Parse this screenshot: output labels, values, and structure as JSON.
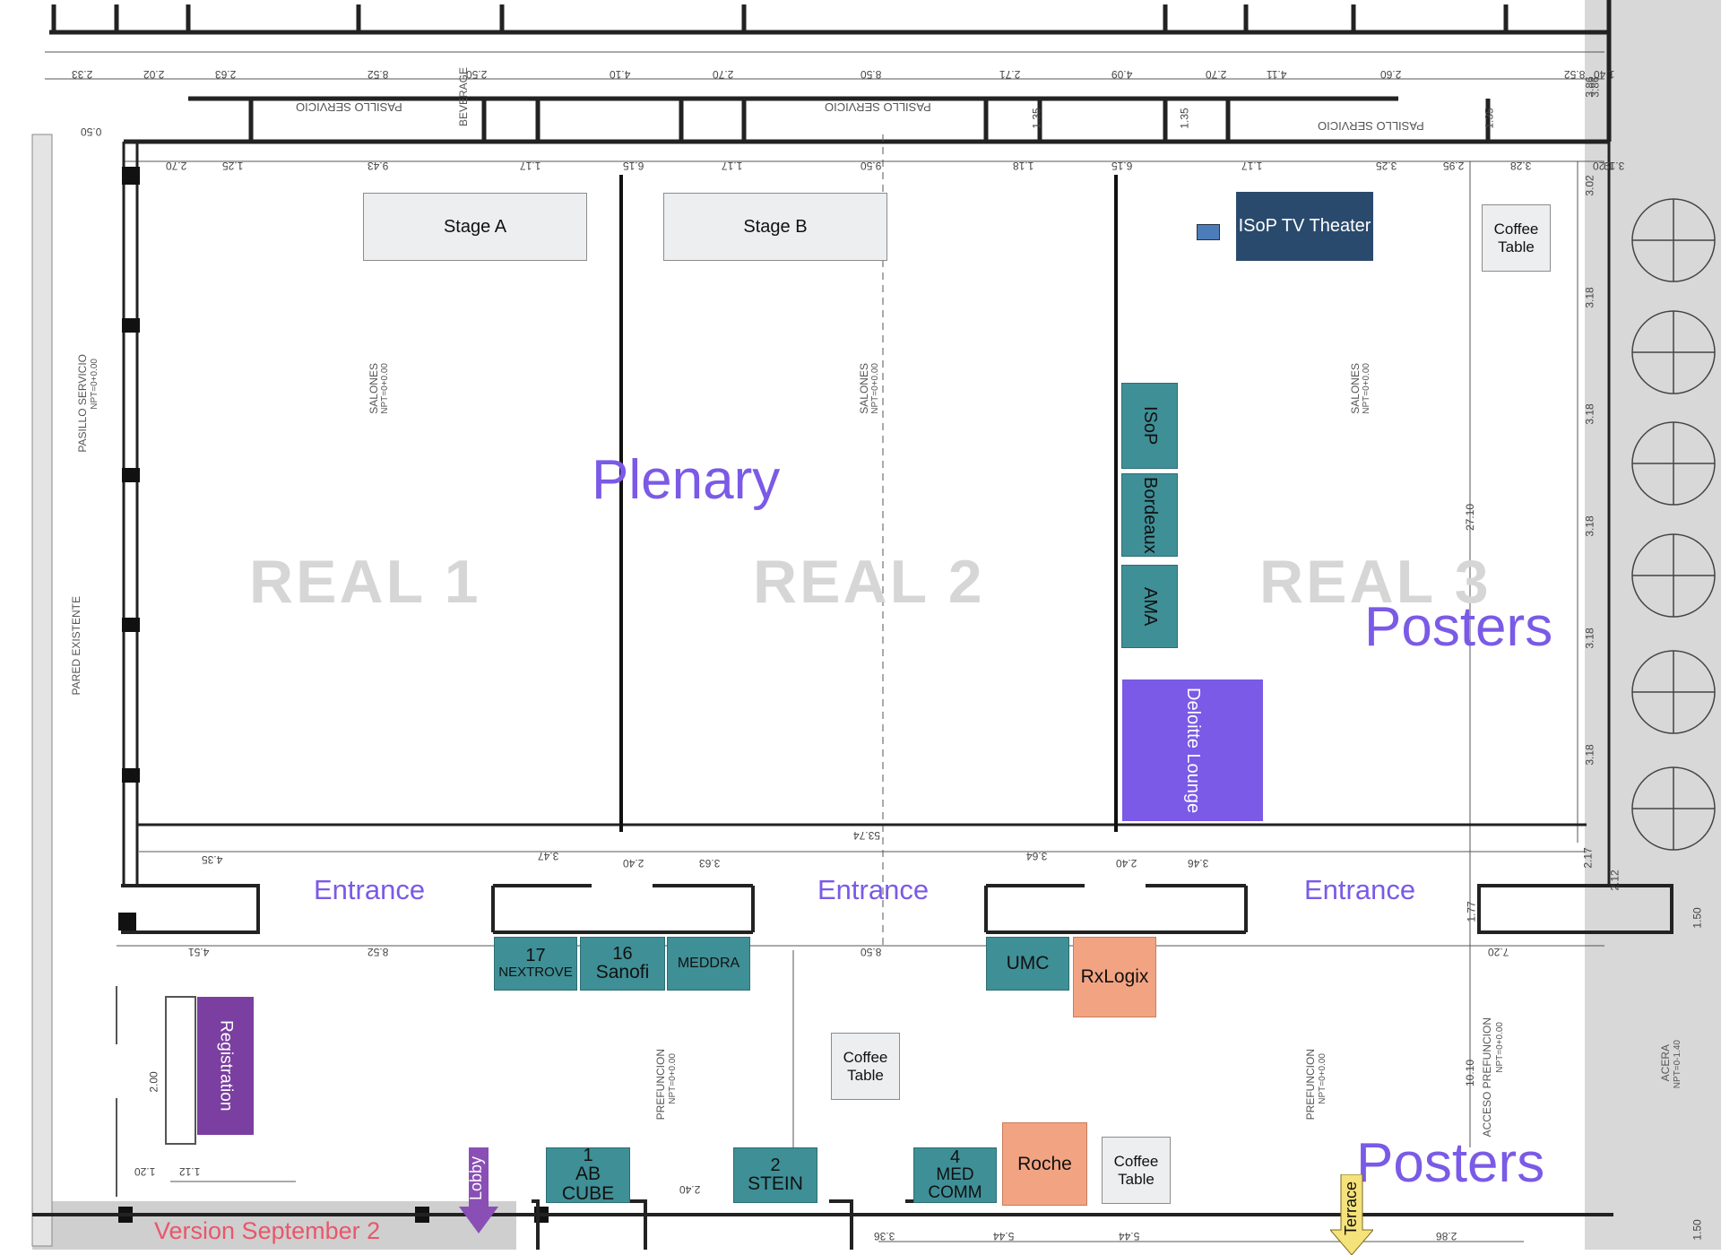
{
  "rooms": {
    "real1": "REAL 1",
    "real2": "REAL 2",
    "real3": "REAL 3"
  },
  "zones": {
    "plenary": "Plenary",
    "posters_top": "Posters",
    "posters_bottom": "Posters"
  },
  "entrances": {
    "e1": "Entrance",
    "e2": "Entrance",
    "e3": "Entrance"
  },
  "stages": {
    "a": "Stage A",
    "b": "Stage B"
  },
  "theater": "ISoP TV Theater",
  "coffee_tables": {
    "top_right": "Coffee Table",
    "center": "Coffee Table",
    "bottom_right": "Coffee Table"
  },
  "side_booths": {
    "isop": "ISoP",
    "bordeaux": "Bordeaux",
    "ama": "AMA"
  },
  "lounge": "Deloitte Lounge",
  "booths": {
    "b17": {
      "num": "17",
      "name": "NEXTROVE"
    },
    "b16": {
      "num": "16",
      "name": "Sanofi"
    },
    "meddra": {
      "name": "MEDDRA"
    },
    "umc": {
      "name": "UMC"
    },
    "rxlogix": {
      "name": "RxLogix"
    },
    "b1": {
      "num": "1",
      "name": "AB CUBE"
    },
    "b2": {
      "num": "2",
      "name": "STEIN"
    },
    "b4": {
      "num": "4",
      "name": "MED COMM"
    },
    "roche": {
      "name": "Roche"
    }
  },
  "registration": "Registration",
  "lobby": "Lobby",
  "terrace": "Terrace",
  "version": "Version September 2",
  "plan_labels": {
    "salones": "SALONES",
    "npt": "NPT=0+0.00",
    "prefuncion": "PREFUNCION",
    "pasillo_servicio": "PASILLO SERVICIO",
    "pared_existente": "PARED EXISTENTE",
    "acceso_prefuncion": "ACCESO PREFUNCION",
    "acera": "ACERA",
    "beverage": "BEVERAGE",
    "acera_npt": "NPT=0-1.40"
  },
  "dimensions": {
    "top_row": [
      "2.70",
      "1.25",
      "9.43",
      "1.17",
      "6.15",
      "1.17",
      "9.50",
      "1.18",
      "6.15",
      "1.17",
      "3.25",
      "2.95",
      "3.28",
      "1.20",
      "3.19"
    ],
    "second_row": [
      "2.33",
      "2.02",
      "2.63",
      "8.52",
      "2.50",
      "4.10",
      "2.70",
      "8.50",
      "2.71",
      "4.09",
      "2.70",
      "4.11",
      "2.60",
      "8.52",
      "1.40"
    ],
    "mid": [
      "53.74",
      "3.47",
      "2.40",
      "3.63",
      "3.64",
      "2.40",
      "3.46",
      "4.35",
      "8.52",
      "8.50",
      "4.51",
      "7.20",
      "2.12",
      "27.10",
      "10.10",
      "2.00",
      "1.20",
      "1.12",
      "2.40",
      "5.44",
      "5.44",
      "2.86",
      "3.36",
      "1.50",
      "1.50",
      "1.77",
      "2.17"
    ],
    "right_col": [
      "3.02",
      "3.18",
      "3.18",
      "3.18",
      "3.18",
      "3.18",
      "3.86",
      "1.35",
      "1.35",
      "1.35",
      "3.86",
      "0.50"
    ]
  },
  "colors": {
    "teal": "#3f8f96",
    "salmon": "#f2a482",
    "purple": "#7a5ae6",
    "navy": "#2a4a6d",
    "registration": "#7a3fa0",
    "lobby_arrow": "#8a4fb5",
    "terrace_arrow": "#f5e27a",
    "version_text": "#e8576a"
  }
}
